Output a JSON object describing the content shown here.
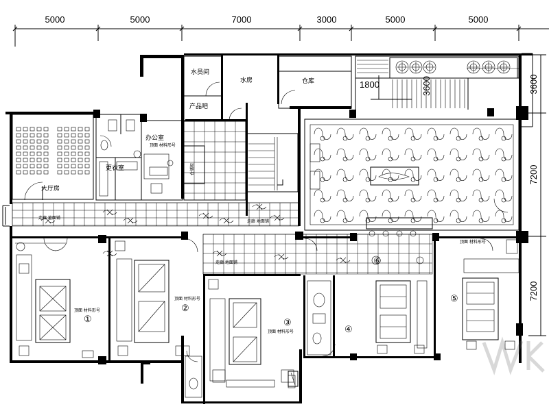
{
  "dimensions": {
    "top": [
      "5000",
      "5000",
      "7000",
      "3000",
      "5000",
      "5000"
    ],
    "right": [
      "3600",
      "7200",
      "7200"
    ],
    "inner": [
      "1800",
      "3600"
    ]
  },
  "rooms": {
    "laundry": "水员间",
    "water_room": "水房",
    "warehouse": "仓库",
    "product_bar": "产品吧",
    "office": "办公室",
    "changing": "更衣室",
    "conference": "大厅房",
    "storage": "仓储柜"
  },
  "notes": {
    "ceiling_a": "顶面 材料形号",
    "ceiling_b": "顶面 材料形号",
    "ceiling_c": "顶面 材料形号",
    "ceiling_d": "顶面 材料形号",
    "ceiling_e": "顶面 材料形号",
    "corridor_a": "走廊 地面铺",
    "corridor_b": "走廊 地面铺",
    "corridor_c": "走廊 地面铺"
  },
  "room_numbers": [
    "①",
    "②",
    "③",
    "④",
    "⑤",
    "⑥"
  ]
}
